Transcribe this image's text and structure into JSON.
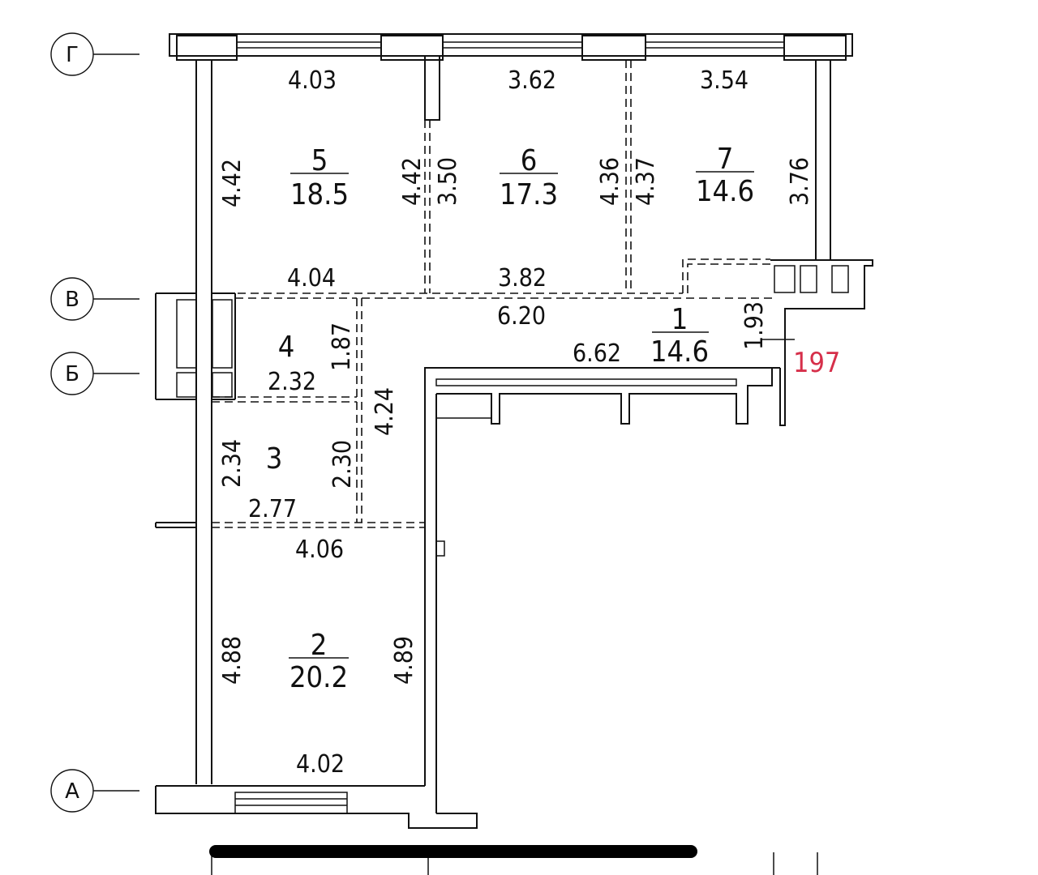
{
  "axes": [
    {
      "label": "Г"
    },
    {
      "label": "В"
    },
    {
      "label": "Б"
    },
    {
      "label": "А"
    }
  ],
  "rooms": [
    {
      "number": "1",
      "area": "14.6"
    },
    {
      "number": "2",
      "area": "20.2"
    },
    {
      "number": "3"
    },
    {
      "number": "4"
    },
    {
      "number": "5",
      "area": "18.5"
    },
    {
      "number": "6",
      "area": "17.3"
    },
    {
      "number": "7",
      "area": "14.6"
    }
  ],
  "dimensions": {
    "r5_top": "4.03",
    "r6_top": "3.62",
    "r7_top": "3.54",
    "r5_left": "4.42",
    "r5_right": "4.42",
    "r6_left": "3.50",
    "r6_right": "4.36",
    "r7_left": "4.37",
    "r7_right": "3.76",
    "r5_bottom": "4.04",
    "r6_bottom": "3.82",
    "r1_top": "6.20",
    "r1_bottom": "6.62",
    "r1_side": "1.93",
    "r4_width": "2.32",
    "r4_height": "1.87",
    "corridor": "4.24",
    "r3_left": "2.34",
    "r3_right": "2.30",
    "r3_width": "2.77",
    "r2_top": "4.06",
    "r2_left": "4.88",
    "r2_right": "4.89",
    "r2_bottom": "4.02"
  },
  "marker": {
    "value": "197",
    "color": "#d62f4a"
  }
}
